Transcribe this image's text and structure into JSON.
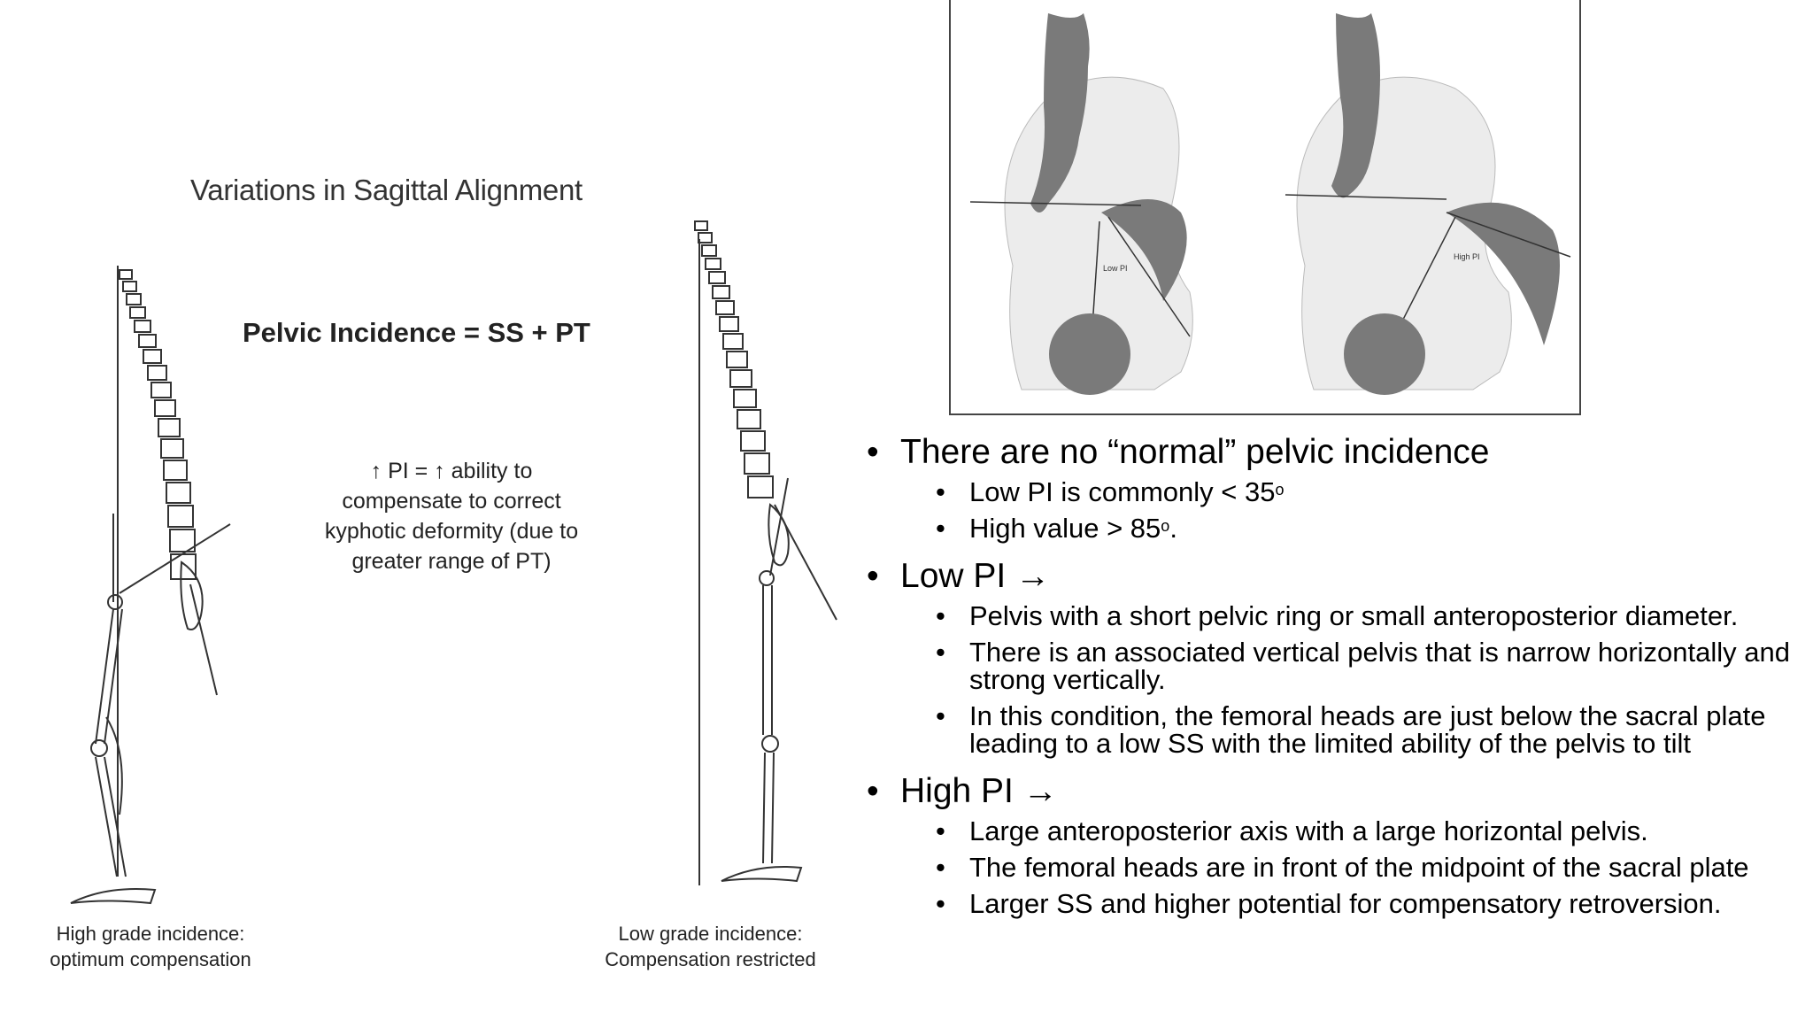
{
  "left_figure": {
    "title": "Variations in Sagittal Alignment",
    "formula": "Pelvic Incidence = SS + PT",
    "note_lines": [
      "↑ PI = ↑ ability to",
      "compensate to correct",
      "kyphotic deformity (due to",
      "greater range of PT)"
    ],
    "caption_high": [
      "High grade incidence:",
      "optimum compensation"
    ],
    "caption_low": [
      "Low grade incidence:",
      "Compensation restricted"
    ]
  },
  "right_figure": {
    "label_low": "Low PI",
    "label_high": "High PI"
  },
  "bullets": {
    "b1": "There are no “normal” pelvic  incidence",
    "b1_sub1": "Low PI is commonly < 35",
    "b1_sub1_sup": "o",
    "b1_sub2": "High value > 85",
    "b1_sub2_sup": "o",
    "b1_sub2_end": ".",
    "b2": "Low PI →",
    "b2_sub1": "Pelvis with a short pelvic ring or small anteroposterior diameter.",
    "b2_sub2": "There is an associated vertical pelvis that is narrow horizontally and strong vertically.",
    "b2_sub3": "In this condition, the femoral heads are just below the sacral plate leading to a low SS with the limited ability of the pelvis to tilt",
    "b3": "High PI →",
    "b3_sub1": "Large anteroposterior axis with a large horizontal pelvis.",
    "b3_sub2": "The femoral heads are in front of the midpoint of the sacral plate",
    "b3_sub3": "Larger SS and higher potential for compensatory retroversion."
  }
}
